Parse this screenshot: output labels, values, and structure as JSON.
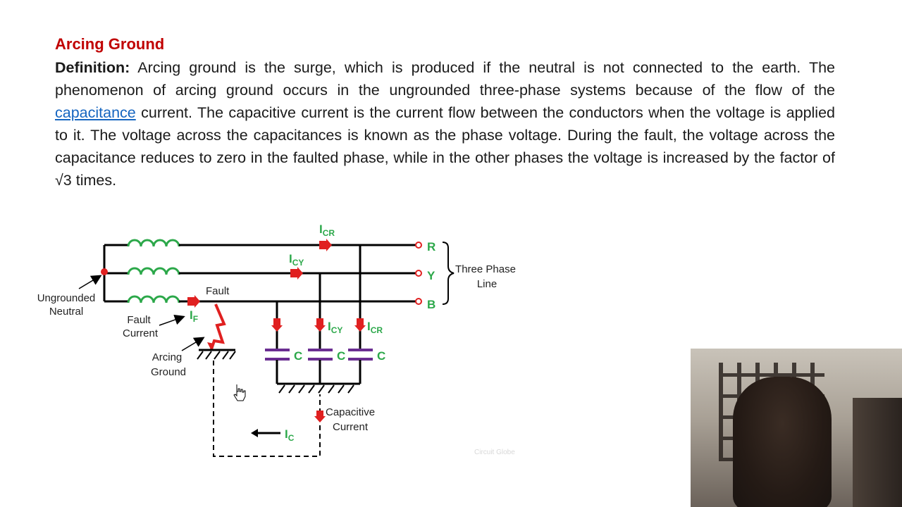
{
  "slide": {
    "title": "Arcing Ground",
    "definition_label": "Definition:",
    "text_part1": " Arcing ground is the surge, which is produced if the neutral is not connected to the earth. The phenomenon of arcing ground occurs in the ungrounded three-phase systems because of the flow of the ",
    "link_text": "capacitance",
    "text_part2": " current. The capacitive current is the current flow between the conductors when the voltage is applied to it. The voltage across the capacitances is known as the phase voltage. During the fault, the voltage across the capacitance reduces to zero in the faulted phase, while in the other phases the voltage is increased by the factor of √3 times."
  },
  "diagram": {
    "phase_r": "R",
    "phase_y": "Y",
    "phase_b": "B",
    "three_phase_line_1": "Three Phase",
    "three_phase_line_2": "Line",
    "ungrounded_neutral_1": "Ungrounded",
    "ungrounded_neutral_2": "Neutral",
    "fault": "Fault",
    "fault_current_1": "Fault",
    "fault_current_2": "Current",
    "arcing_ground_1": "Arcing",
    "arcing_ground_2": "Ground",
    "i_main": "I",
    "sub_cr": "CR",
    "sub_cy": "CY",
    "sub_f": "F",
    "sub_c": "C",
    "cap_label": "C",
    "capacitive_current_1": "Capacitive",
    "capacitive_current_2": "Current",
    "colors": {
      "wire": "#000000",
      "coil": "#2ca84a",
      "arrow": "#e02020",
      "capacitor": "#6a2d91",
      "label_green": "#2ca84a",
      "terminal": "#e02020"
    }
  },
  "watermark": "Circuit Globe"
}
